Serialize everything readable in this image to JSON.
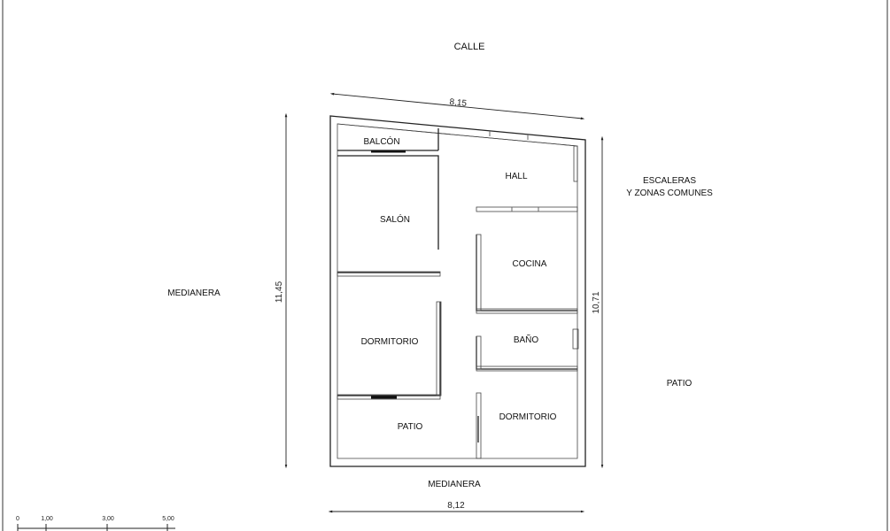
{
  "labels": {
    "street": "CALLE",
    "stairs_line1": "ESCALERAS",
    "stairs_line2": "Y ZONAS COMUNES",
    "party_wall_left": "MEDIANERA",
    "party_wall_bottom": "MEDIANERA",
    "patio_outside": "PATIO"
  },
  "rooms": {
    "balcon": "BALCÓN",
    "hall": "HALL",
    "salon": "SALÓN",
    "cocina": "COCINA",
    "dormitorio_1": "DORMITORIO",
    "bano": "BAÑO",
    "patio": "PATIO",
    "dormitorio_2": "DORMITORIO"
  },
  "dimensions": {
    "top_width": "8,15",
    "left_height": "11,45",
    "right_height": "10,71",
    "bottom_width": "8,12"
  },
  "scale_bar": {
    "ticks": [
      "0",
      "1,00",
      "3,00",
      "5,00"
    ]
  }
}
